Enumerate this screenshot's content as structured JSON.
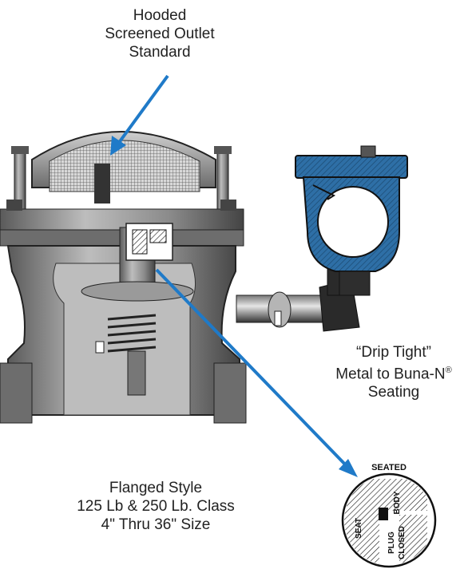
{
  "callouts": {
    "outlet": [
      "Hooded",
      "Screened Outlet",
      "Standard"
    ],
    "seating_lines": [
      "“Drip Tight”",
      "Metal to Buna-N",
      "Seating"
    ],
    "seating_reg": "®",
    "style": [
      "Flanged Style",
      "125 Lb & 250 Lb. Class",
      "4\" Thru 36\" Size"
    ]
  },
  "detail": {
    "title": "SEATED",
    "seat": "SEAT",
    "body": "BODY",
    "plug": "PLUG",
    "closed": "CLOSED"
  },
  "colors": {
    "arrow": "#1f7ac8",
    "air_valve_body": "#2e6fa6",
    "metal_dark": "#3a3a3a",
    "metal_mid": "#8a8a8a",
    "metal_light": "#c9c9c9"
  }
}
